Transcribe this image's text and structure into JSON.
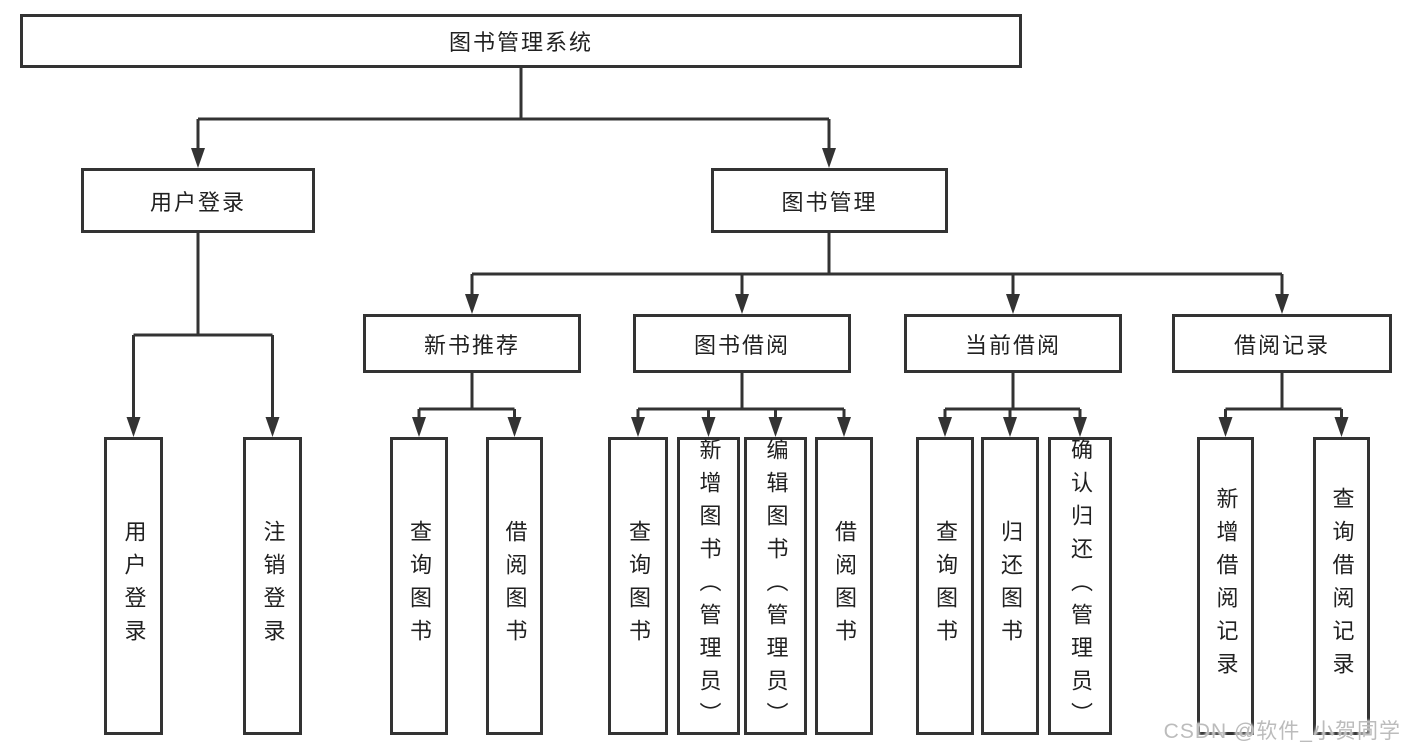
{
  "diagram_type": "hierarchy",
  "colors": {
    "line": "#333333",
    "text": "#212121",
    "background": "#ffffff",
    "watermark": "#bcbcbc"
  },
  "tree": {
    "label": "图书管理系统",
    "children": [
      {
        "label": "用户登录",
        "children": [
          {
            "label": "用户登录"
          },
          {
            "label": "注销登录"
          }
        ]
      },
      {
        "label": "图书管理",
        "children": [
          {
            "label": "新书推荐",
            "children": [
              {
                "label": "查询图书"
              },
              {
                "label": "借阅图书"
              }
            ]
          },
          {
            "label": "图书借阅",
            "children": [
              {
                "label": "查询图书"
              },
              {
                "label": "新增图书（管理员）"
              },
              {
                "label": "编辑图书（管理员）"
              },
              {
                "label": "借阅图书"
              }
            ]
          },
          {
            "label": "当前借阅",
            "children": [
              {
                "label": "查询图书"
              },
              {
                "label": "归还图书"
              },
              {
                "label": "确认归还（管理员）"
              }
            ]
          },
          {
            "label": "借阅记录",
            "children": [
              {
                "label": "新增借阅记录"
              },
              {
                "label": "查询借阅记录"
              }
            ]
          }
        ]
      }
    ]
  },
  "watermark": {
    "text": "CSDN @软件_小贺同学"
  }
}
